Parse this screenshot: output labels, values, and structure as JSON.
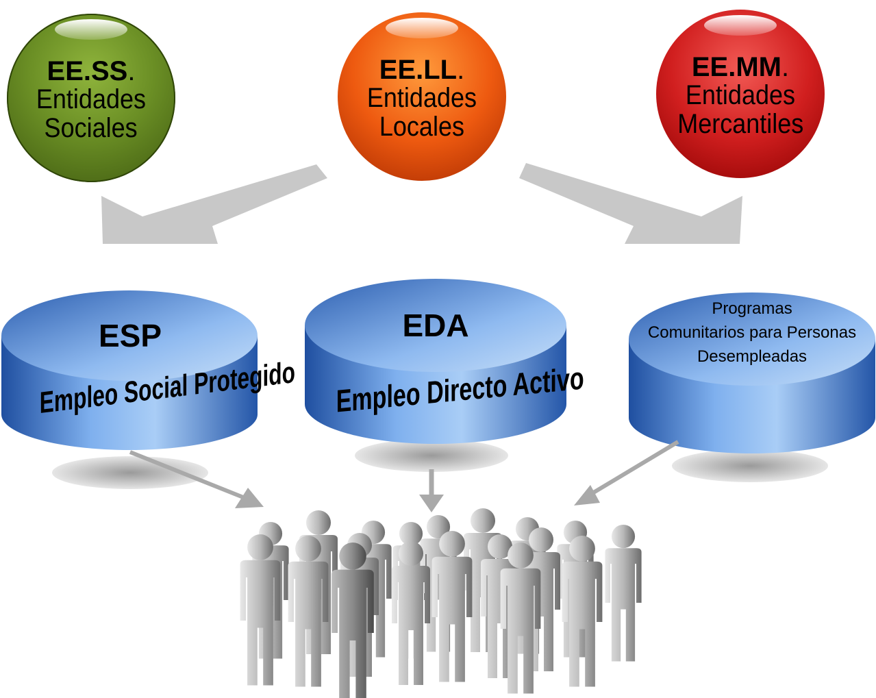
{
  "entities": [
    {
      "abbr": "EE.SS",
      "line1": "Entidades",
      "line2": "Sociales"
    },
    {
      "abbr": "EE.LL",
      "line1": "Entidades",
      "line2": "Locales"
    },
    {
      "abbr": "EE.MM",
      "line1": "Entidades",
      "line2": "Mercantiles"
    }
  ],
  "dot": ".",
  "programs": [
    {
      "title": "ESP",
      "name": "Empleo Social Protegido"
    },
    {
      "title": "EDA",
      "name": "Empleo Directo Activo"
    },
    {
      "line1": "Programas",
      "line2": "Comunitarios para Personas",
      "line3": "Desempleadas"
    }
  ],
  "colors": {
    "green": "#6b8f25",
    "orange": "#ee5a10",
    "red": "#d11f1f",
    "cylinder_blue": "#3f6fc0",
    "arrow_gray": "#c8c8c8"
  }
}
